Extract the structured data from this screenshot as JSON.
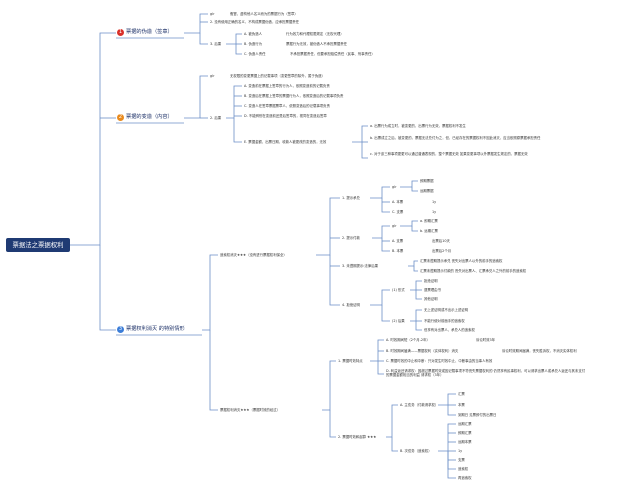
{
  "root": "票据法之票据权利",
  "colors": {
    "line": "#6b8fc7",
    "root_bg": "#1f3a73",
    "badge1": "#d9312a",
    "badge2": "#e98a1d",
    "badge3": "#3b7dd8"
  },
  "branches": [
    {
      "num": "1",
      "label": "票据的伪造（签章）",
      "items": [
        "glr",
        "2. 没有使用正确的名义，不构成票据伪造，应承担票据责任",
        "3. 后果"
      ],
      "glr_text": "假冒、虚构他人名义而为的票据行为（签章）",
      "sub": [
        "A. 被伪造人",
        "B. 伪造行为",
        "C. 伪造人责任"
      ],
      "sub_text": [
        "行为效力和代理权限规定（无权代理）",
        "票据行为无效，被伪造人不承担票据责任",
        "不承担票据责任，但要承担赔偿责任（民事、刑事责任）"
      ]
    },
    {
      "num": "2",
      "label": "票据的变造（内容）",
      "glr": "glr",
      "glr_text": "无权限的变更票据上的记载事项（变更签章的除外，属于伪造）",
      "houguo": "2. 后果",
      "sub": [
        "A. 变造前在票据上签章的行为人，依照变造前的记载负责",
        "B. 变造后在票据上签章的票据行为人，依照变造后的记载事项负责",
        "C. 变造人在签章票据票章人，依照变造后的记载事项负责",
        "D. 不能辨别在变造前还是后签章的，视同在变造后签章"
      ],
      "e": "E. 票据金额、出票日期、收款人被更改的变造的，无效",
      "e_sub": [
        "a. 出票行为成立时，被变更的，出票行为无效，票据权利不发生",
        "b. 出票成立之后，被变更的，票据无法兑付为之，但，已经存在的票据权利不因此消灭，应当依照原票据承担责任",
        "c. 对于该三种事项更更可以通过普通表现的，整个票据无效 如果变更事项以外票据发生规定的，票据无效"
      ]
    },
    {
      "num": "3",
      "label": "票据权利消灭 的特别情形",
      "a_title": "追索权消灭★★★（没有进行票据权利保全）",
      "a": [
        {
          "label": "1. 提示承兑",
          "items": [
            "glr",
            "A. 本票",
            "C. 支票"
          ],
          "glr_sub": [
            "即期票据",
            "远期票据"
          ],
          "values": [
            "1y",
            "1y"
          ]
        },
        {
          "label": "2. 提示付款",
          "items": [
            "glr",
            "A. 支票",
            "B. 本票"
          ],
          "glr_sub": [
            "a. 即期汇票",
            "b. 远期汇票"
          ],
          "values": [
            "出票后10天",
            "出票后2个月"
          ]
        },
        {
          "label": "3. 未遵期提示:法律后果",
          "sub": [
            "汇票未遵期提示承兑 丧失对出票人以外的前手的追索权",
            "汇票未遵期提示付款的 丧失对出票人、汇票承兑人之外的前手的追索权"
          ]
        },
        {
          "label": "4. 拒绝证明",
          "groups": [
            {
              "label": "(1) 形式",
              "items": [
                "拒绝证明",
                "退票理由书",
                "其他证明"
              ]
            },
            {
              "label": "(2) 后果",
              "items": [
                "无上述证明或不出示上述证明",
                "不能行使对前面手的追索权",
                "但享有对出票人、承兑人的追索权"
              ]
            }
          ]
        }
      ],
      "b_title": "票据权利消灭★★★（票据时效的经过）",
      "b": [
        {
          "label": "1. 票据时效特点",
          "items": [
            "A. 时效期间短（2个月-2年）",
            "B. 时效期间届满——票据权利（实体权利）消灭",
            "C. 票据时效的中止和中断：只对发生时效中止、中断事由的当事人有效",
            "D. 利益返还请求权：因超过票据时效或因记载事项不符丧失票据权利的 仍然享有民事权利，可以请求出票人或承兑人返还与其未支付的票据金额相当的利益 请求权（3年）"
          ],
          "extra": [
            "诉讼时效3年",
            "诉讼时效期间届满，丧失胜诉权，不消灭实体权利"
          ]
        },
        {
          "label": "2. 票据时效和起算 ★★★",
          "groups": [
            {
              "label": "A. 主债务（付款请求权）",
              "items": [
                "汇票",
                "本票",
                "到期日 见票即付的出票日"
              ]
            },
            {
              "label": "B. 次债务（追索权）",
              "items": [
                "远期汇票",
                "即期汇票",
                "远期本票",
                "1y",
                "支票",
                "追索权",
                "再追索权"
              ]
            }
          ]
        }
      ]
    }
  ]
}
